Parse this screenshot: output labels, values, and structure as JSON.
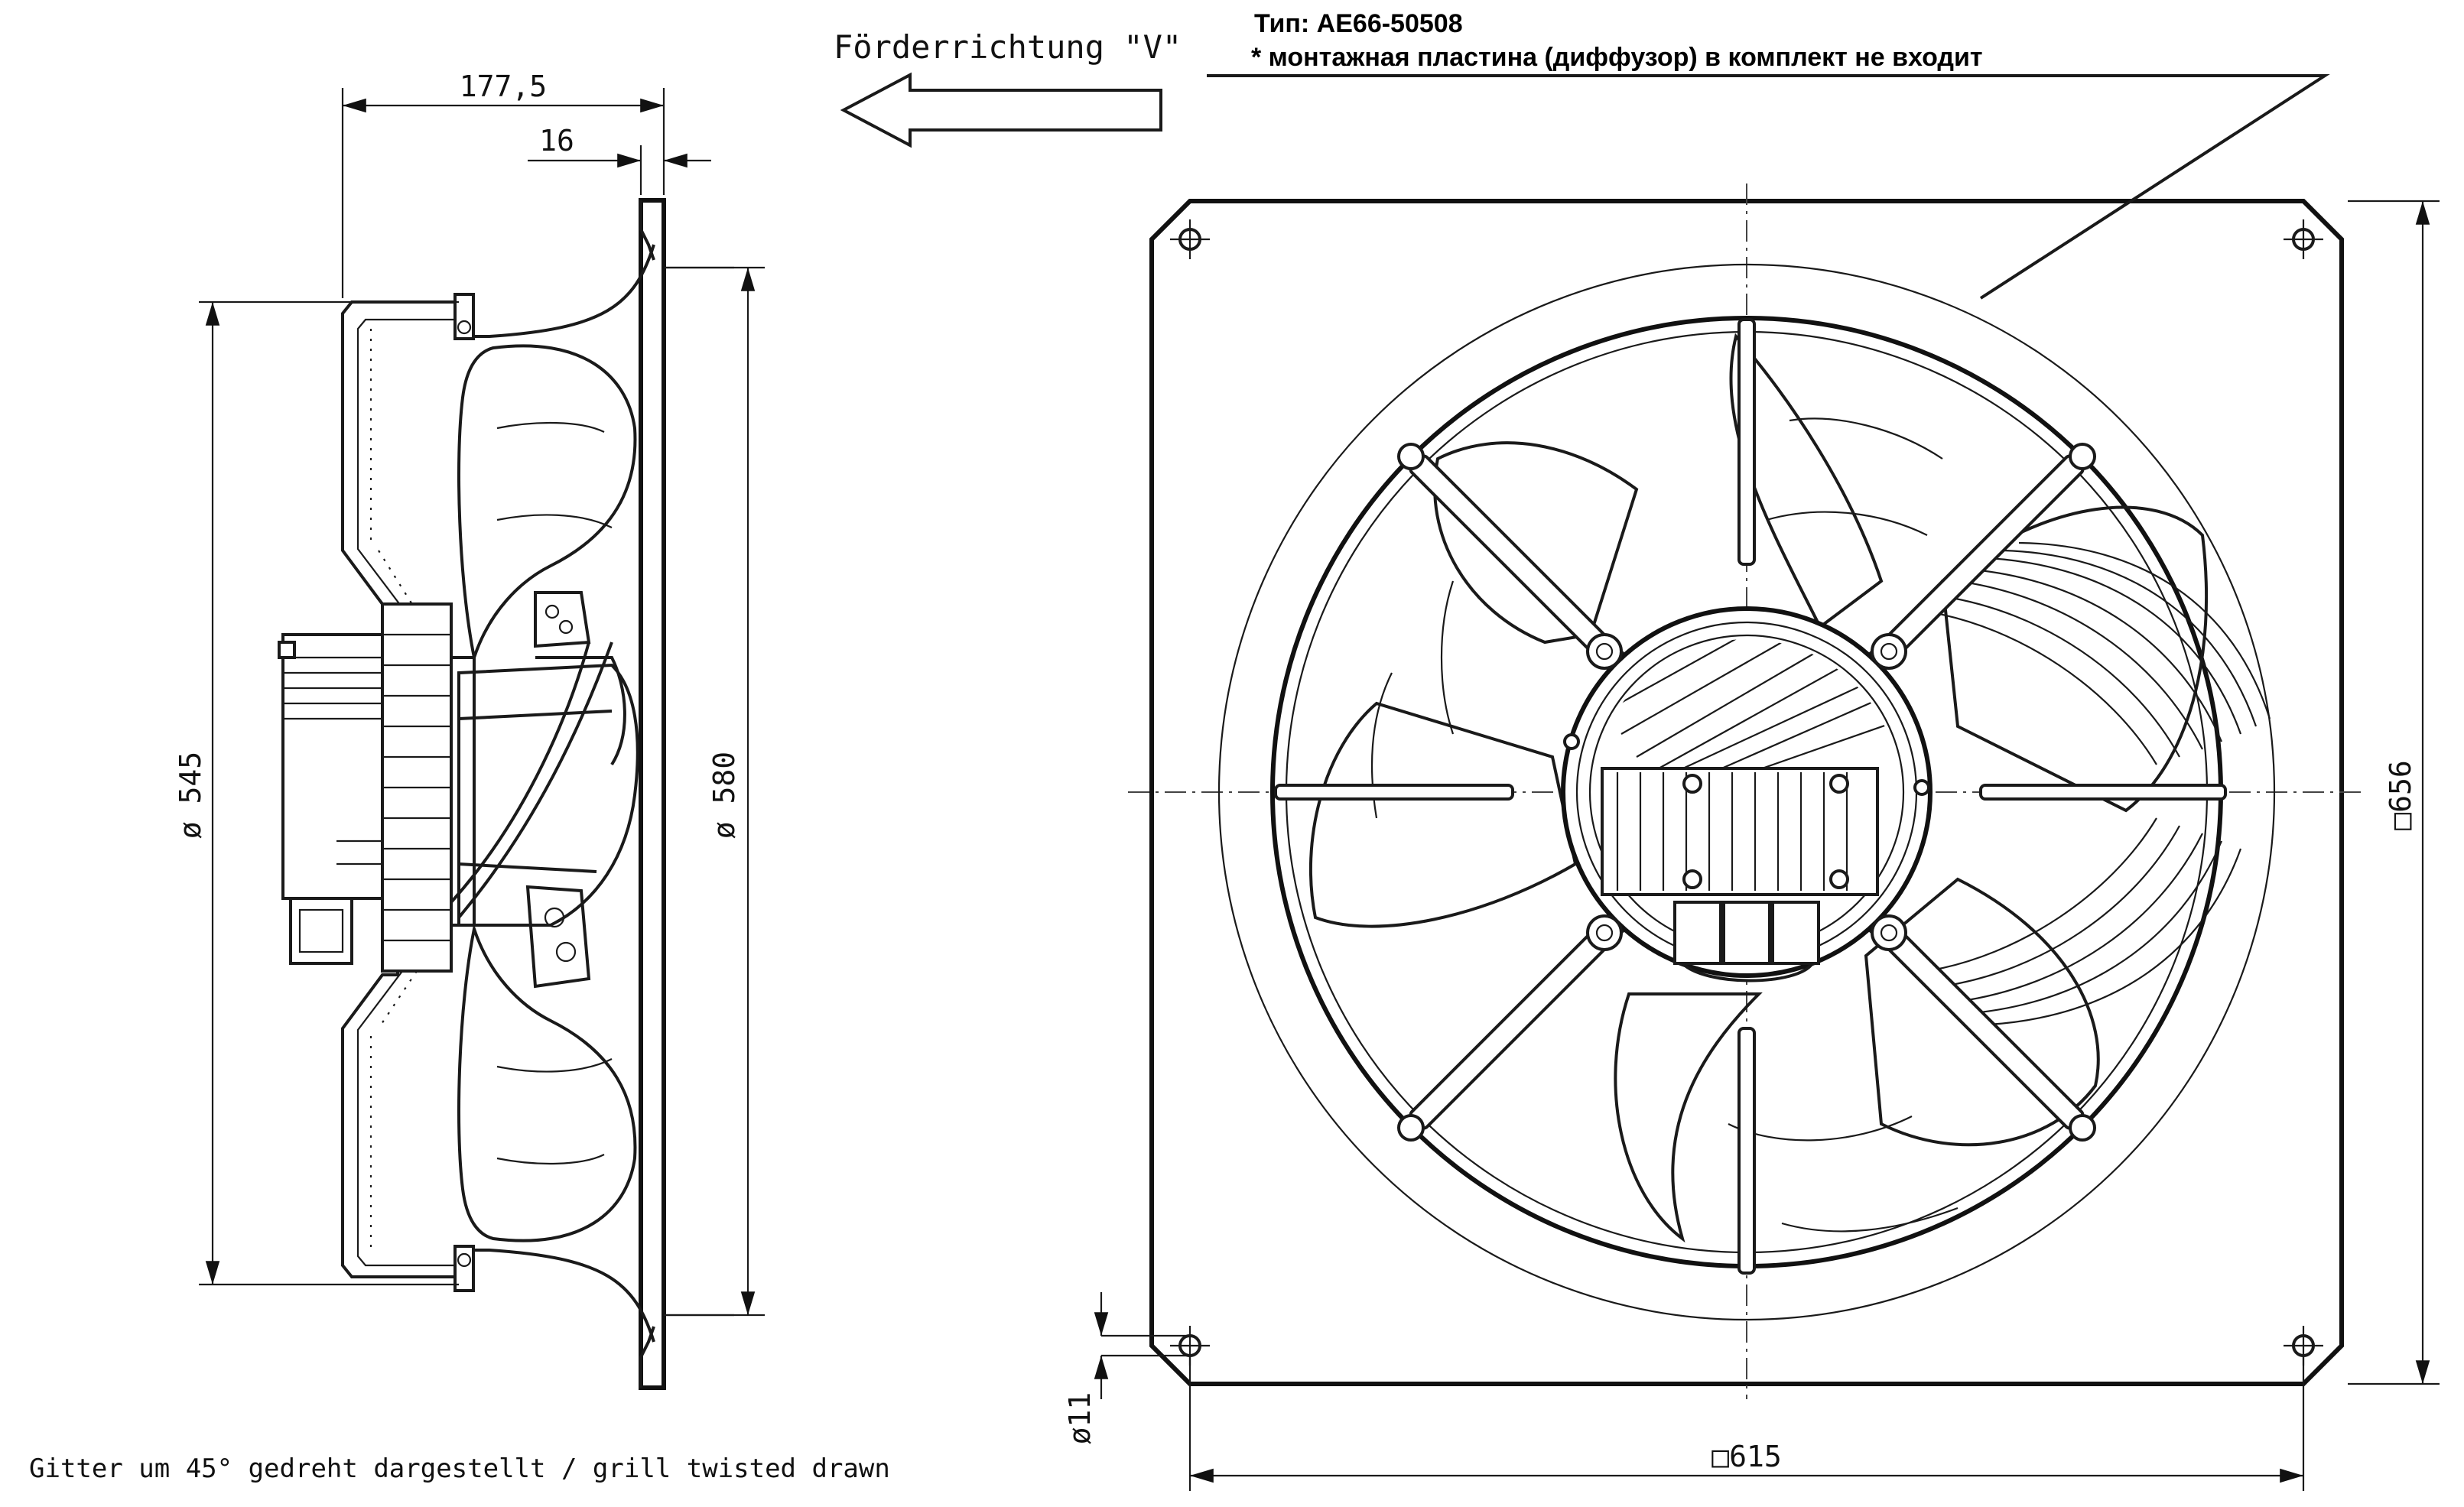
{
  "flow_direction_label": "Förderrichtung \"V\"",
  "type_label": "Тип: AE66-50508",
  "note_label": "* монтажная пластина (диффузор) в комплект не входит",
  "footer_note": "Gitter um 45° gedreht dargestellt / grill twisted drawn",
  "dimensions": {
    "depth_total": "177,5",
    "flange_offset": "16",
    "guard_diameter": "ø 545",
    "inlet_diameter": "ø 580",
    "plate_height": "□656",
    "plate_width": "□615",
    "hole_diameter": "ø11"
  }
}
